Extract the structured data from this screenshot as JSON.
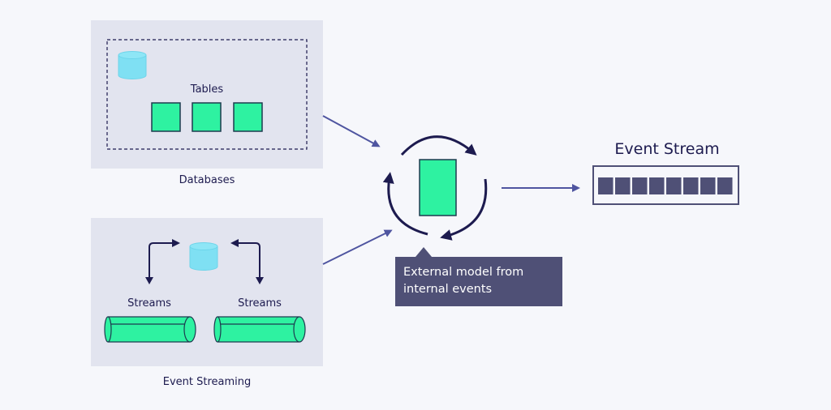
{
  "colors": {
    "background": "#f6f7fb",
    "panel": "#e2e4ef",
    "green": "#2ef2a1",
    "cyan": "#7fe0f3",
    "navy": "#1d1b4f",
    "arrow": "#4f55a0",
    "callout": "#4f5076",
    "event_block": "#4f5076"
  },
  "databases": {
    "tables_label": "Tables",
    "panel_label": "Databases",
    "table_count": 3
  },
  "event_streaming": {
    "streams": [
      "Streams",
      "Streams"
    ],
    "panel_label": "Event Streaming"
  },
  "center": {
    "callout_text_line1": "External model from",
    "callout_text_line2": "internal events"
  },
  "event_stream": {
    "title": "Event Stream",
    "block_count": 8
  }
}
